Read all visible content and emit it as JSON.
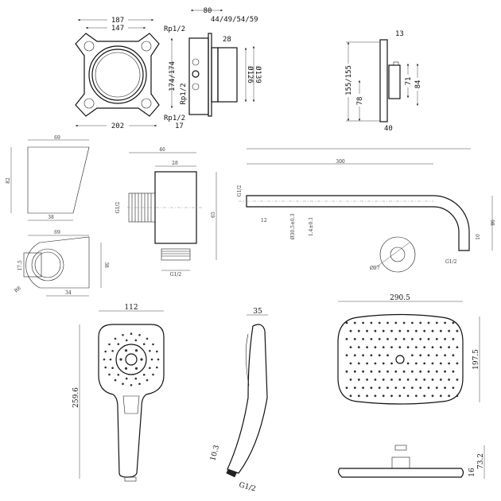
{
  "mounting_box_front": {
    "w_outer": "187",
    "w_inner": "147",
    "w_total": "202"
  },
  "mounting_box_side": {
    "depth": "80",
    "install_depths": "44/49/54/59",
    "rp_top": "Rp1/2",
    "d28": "28",
    "height": "174/174",
    "rp_mid": "Rp1/2",
    "d126": "Ø126",
    "d139": "Ø139",
    "rp_bottom": "Rp1/2",
    "d17": "17"
  },
  "trim_side": {
    "d13": "13",
    "height": "155/155",
    "d78": "78",
    "d71": "71",
    "d84": "84",
    "d40": "40"
  },
  "holder_side": {
    "width": "69",
    "height": "82",
    "base": "38"
  },
  "holder_top": {
    "width": "69",
    "depth": "38",
    "base": "34",
    "d175": "17.5",
    "radius": "R8"
  },
  "wall_outlet": {
    "d46": "46",
    "d28": "28",
    "d65": "65",
    "thread_side": "G1/2",
    "thread_bottom": "G1/2"
  },
  "shower_arm": {
    "length": "300",
    "thread_wall": "G1/2",
    "d12": "12",
    "pipe_dia": "Ø30.5±0.3",
    "wall": "1.4±0.1",
    "drop": "98",
    "d10": "10",
    "thread_end": "G1/2",
    "rosette": "Ø57"
  },
  "hand_shower_front": {
    "width": "112",
    "length": "259.6"
  },
  "hand_shower_side": {
    "depth": "35",
    "d103": "10.3",
    "thread": "G1/2"
  },
  "overhead_front": {
    "width": "290.5",
    "height": "197.5"
  },
  "overhead_side": {
    "height": "73.2",
    "plate": "16"
  }
}
